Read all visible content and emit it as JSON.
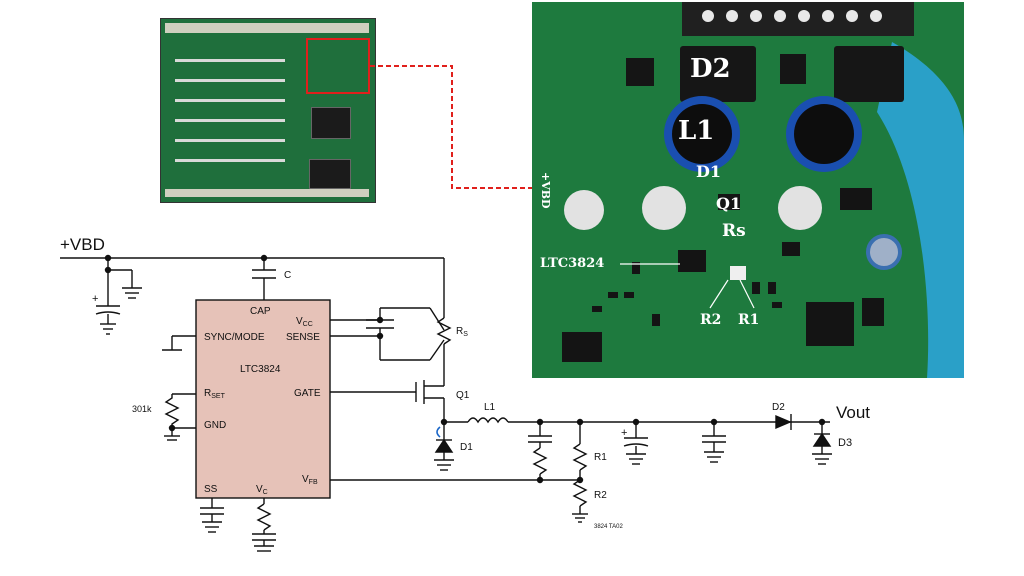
{
  "schematic": {
    "supply_label": "+VBD",
    "output_label": "Vout",
    "ic": {
      "name": "LTC3824",
      "pins": {
        "cap": "CAP",
        "sync": "SYNC/MODE",
        "vcc_main": "V",
        "vcc_sub": "CC",
        "sense": "SENSE",
        "rset_main": "R",
        "rset_sub": "SET",
        "gate": "GATE",
        "gnd": "GND",
        "vfb_main": "V",
        "vfb_sub": "FB",
        "ss": "SS",
        "vc_main": "V",
        "vc_sub": "C"
      }
    },
    "components": {
      "cap": "C",
      "rs_main": "R",
      "rs_sub": "S",
      "q1": "Q1",
      "l1": "L1",
      "d1": "D1",
      "d2": "D2",
      "d3": "D3",
      "r1": "R1",
      "r2": "R2",
      "rset_value": "301k",
      "plus": "+",
      "drawing_id": "3824 TA02"
    }
  },
  "photo_labels": {
    "d2": "D2",
    "l1": "L1",
    "d1": "D1",
    "q1": "Q1",
    "rs": "Rs",
    "ltc": "LTC3824",
    "r2": "R2",
    "r1": "R1",
    "vbd": "+VBD"
  },
  "colors": {
    "ic_fill": "#e6c2b8",
    "pcb_green": "#1e7a3e",
    "highlight_red": "#e0201c"
  }
}
